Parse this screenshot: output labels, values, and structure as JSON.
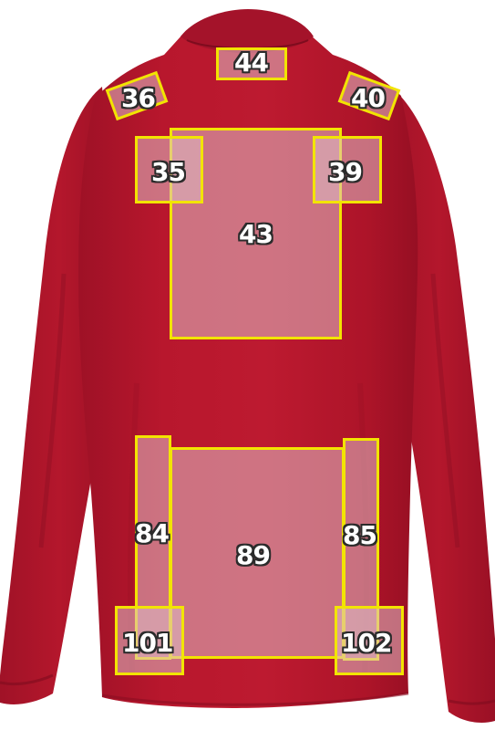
{
  "garment": {
    "type": "long-sleeve-polo-back-view",
    "color": "#b3162c"
  },
  "zone_style": {
    "border_color": "#f2e400",
    "fill_color": "#dec0c6"
  },
  "zones": {
    "z44": "44",
    "z36": "36",
    "z40": "40",
    "z35": "35",
    "z39": "39",
    "z43": "43",
    "z84": "84",
    "z85": "85",
    "z89": "89",
    "z101": "101",
    "z102": "102"
  }
}
